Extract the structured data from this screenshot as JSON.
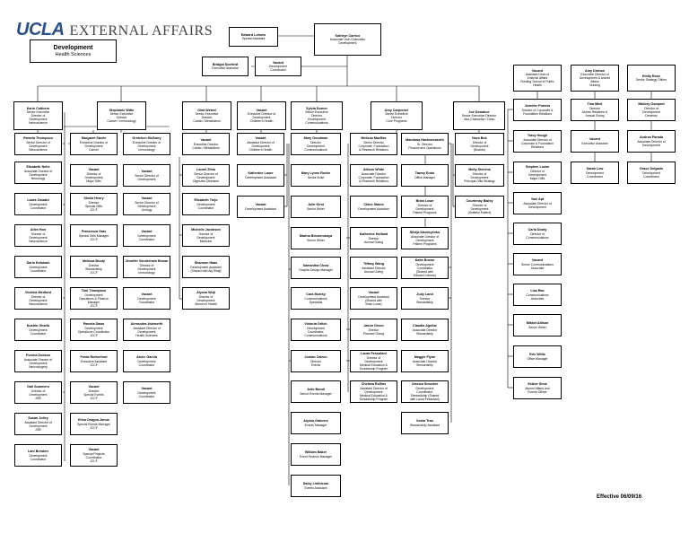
{
  "header": {
    "logo_ucla": "UCLA",
    "logo_rest": "EXTERNAL AFFAIRS",
    "dept_title": "Development",
    "dept_subtitle": "Health Sciences"
  },
  "footer": {
    "effective": "Effective 06/09/16"
  },
  "colors": {
    "logo_blue": "#2d4f8a"
  },
  "nodes": {
    "top_kc": [
      "Kathryn Carrico",
      "Associate Vice-Chancellor",
      "Development"
    ],
    "top_el": [
      "Edward Lohnes",
      "Special Assistant"
    ],
    "top_bs": [
      "Bridgid Scofield",
      "Executive Assistant"
    ],
    "top_vc": [
      "Vacant",
      "Development",
      "Coordinator"
    ],
    "l1_kc": [
      "Karin Cobbern",
      "Senior Executive",
      "Director of",
      "Development",
      "Neuroscience"
    ],
    "l1_sw": [
      "Stephanie Witte",
      "Senior Executive",
      "Director",
      "Cancer / Immunology"
    ],
    "l1_gw": [
      "Gina Wetzel",
      "Senior Executive",
      "Director",
      "Cardio / Metabolism"
    ],
    "l1_v1": [
      "Vacant",
      "Executive Director of",
      "Development",
      "Children's Health"
    ],
    "l1_sd": [
      "Sylvia Dorner",
      "Senior Executive",
      "Director",
      "Development",
      "Communications"
    ],
    "l1_ac": [
      "Amy Carpenter",
      "Senior Executive",
      "Director",
      "Core Programs"
    ],
    "l1_jd": [
      "Joe Donahoe",
      "Senior Executive Director",
      "Vice-Chancellor / Dean"
    ],
    "c1_1": [
      "Pamela Thompson",
      "Senior Director of",
      "Development",
      "Neuroscience"
    ],
    "c1_2": [
      "Elizabeth Nehe",
      "Associate Director of",
      "Development",
      "Neurology"
    ],
    "c1_3": [
      "Laura Oswald",
      "Development",
      "Coordinator"
    ],
    "c1_4": [
      "Allen Hon",
      "Director of",
      "Development",
      "Neuroscience"
    ],
    "c1_5": [
      "Darin Esfahani",
      "Development",
      "Coordinator"
    ],
    "c1_6": [
      "Victoria Medford",
      "Director of",
      "Development",
      "Neuroscience"
    ],
    "c1_7": [
      "Nushin Gharib",
      "Development",
      "Coordinator"
    ],
    "c1_8": [
      "Porsha Dodson",
      "Associate Director of",
      "Development",
      "Neurosurgery"
    ],
    "c1_9": [
      "Gail Summers",
      "Director of",
      "Development",
      "JSEI"
    ],
    "c1_10": [
      "Susan Jolley",
      "Assistant Director of",
      "Development",
      "JSEI"
    ],
    "c1_11": [
      "Lani Breidert",
      "Development",
      "Coordinator"
    ],
    "c2_1": [
      "Margaret Steele",
      "Executive Director of",
      "Development",
      "Cancer"
    ],
    "c2_2": [
      "Vacant",
      "Director of",
      "Development",
      "Major Gifts"
    ],
    "c2_3": [
      "Sheila Henry",
      "Director",
      "Special Gifts",
      "JCCF"
    ],
    "c2_4": [
      "Francesca Gatz",
      "Special Gifts Manager",
      "JCCF"
    ],
    "c2_5": [
      "Melissa Brody",
      "Director",
      "Stewardship",
      "JCCF"
    ],
    "c2_6": [
      "Toni Thompson",
      "Development",
      "Operations & Finance",
      "Manager",
      "JCCF"
    ],
    "c2_7": [
      "Pamela Daws",
      "Development",
      "Operations Coordinator",
      "JCCF"
    ],
    "c2_8": [
      "Freda Rutherford",
      "Executive Assistant",
      "JCCF"
    ],
    "c2_9": [
      "Vacant",
      "Director",
      "Special Events",
      "JCCF"
    ],
    "c2_10": [
      "Erica Dragon-Janus",
      "Special Events Manager",
      "JCCF"
    ],
    "c2_11": [
      "Vacant",
      "Special Projects",
      "Coordinator",
      "JCCF"
    ],
    "c3_1": [
      "Gretchen McGarry",
      "Executive Director of",
      "Development",
      "Immunology"
    ],
    "c3_2": [
      "Vacant",
      "Senior Director of",
      "Development"
    ],
    "c3_3": [
      "Vacant",
      "Senior Director of",
      "Development",
      "Urology"
    ],
    "c3_4": [
      "Vacant",
      "Development",
      "Coordinator"
    ],
    "c3_5": [
      "Jennifer Vonderhain Brown",
      "Director of",
      "Development",
      "Immunology"
    ],
    "c3_6": [
      "Vacant",
      "Development",
      "Coordinator"
    ],
    "c3_7": [
      "Alexandra Ashworth",
      "Assistant Director of",
      "Development",
      "Health Sciences"
    ],
    "c3_8": [
      "Annie Garcia",
      "Development",
      "Coordinator"
    ],
    "c3_9": [
      "Vacant",
      "Development",
      "Coordinator"
    ],
    "c4_1": [
      "Vacant",
      "Executive Director",
      "Cardio / Metabolism"
    ],
    "c4_2": [
      "Laurel Zima",
      "Senior Director of",
      "Development",
      "Digestive Diseases"
    ],
    "c4_3": [
      "Elizabeth Trejo",
      "Development",
      "Coordinator"
    ],
    "c4_4": [
      "Michelle Jacobson",
      "Director of",
      "Development",
      "Medicine"
    ],
    "c4_5": [
      "Shannon Haas",
      "Development Assistant",
      "(Shared with Aly Shaji)"
    ],
    "c4_6": [
      "Alyssa Wuji",
      "Director of",
      "Development",
      "Women's Health"
    ],
    "c5_1": [
      "Vacant",
      "Assistant Director of",
      "Development",
      "Children's Health"
    ],
    "c5_2": [
      "Katherine Lauer",
      "Development Assistant"
    ],
    "c5_3": [
      "Vacant",
      "Development Assistant"
    ],
    "c6_1": [
      "Mary Goodman",
      "Director",
      "Development",
      "Communications"
    ],
    "c6_2": [
      "Mary Lynne Rocke",
      "Senior Artist"
    ],
    "c6_3": [
      "Julie Kirst",
      "Senior Writer"
    ],
    "c6_4": [
      "Marina Belozerskaya",
      "Senior Writer"
    ],
    "c6_5": [
      "Samantha Chow",
      "Graphic Design Manager"
    ],
    "c6_6": [
      "Cara Murray",
      "Communications",
      "Specialist"
    ],
    "c6_7": [
      "Victoria Orlich",
      "Development",
      "Coordinator,",
      "Communications"
    ],
    "c6_8": [
      "Jordan Catron",
      "Director",
      "Events"
    ],
    "c6_9": [
      "Julie Bondi",
      "Senior Events Manager"
    ],
    "c6_10": [
      "Alyssa Gaborro",
      "Events Manager"
    ],
    "c6_11": [
      "William Baker",
      "Event Finance Manager"
    ],
    "c6_12": [
      "Daisy Linthicum",
      "Events Assistant"
    ],
    "c7_1": [
      "Melissa MacRae",
      "Senior Director",
      "Corporate, Foundation",
      "& Research Relations"
    ],
    "c7_2": [
      "Allison White",
      "Associate Director",
      "Corporate, Foundation",
      "& Research Relations"
    ],
    "c7_3": [
      "Chloe Stains",
      "Development Assistant"
    ],
    "c7_4": [
      "Katherine Holland",
      "Director",
      "Annual Giving"
    ],
    "c7_5": [
      "Tiffany Wang",
      "Assistant Director",
      "Annual Giving"
    ],
    "c7_6": [
      "Vacant",
      "Development Assistant",
      "(Shared with",
      "Brian Lowe)"
    ],
    "c7_7": [
      "Jason Greco",
      "Director",
      "Planned Giving"
    ],
    "c7_8": [
      "Laura Pessutani",
      "Director of",
      "Development",
      "Medical Education &",
      "Scholarship Program"
    ],
    "c7_9": [
      "Chelsea Rollins",
      "Assistant Director of",
      "Development",
      "Medical Education &",
      "Scholarship Program"
    ],
    "c8_1": [
      "Mandana Hashemizadeh",
      "Sr. Director",
      "Finance and Operations"
    ],
    "c8_2": [
      "Tawny Endo",
      "Office Manager"
    ],
    "c8_3": [
      "Brian Lowe",
      "Director of",
      "Development",
      "Patient Programs"
    ],
    "c8_4": [
      "Silvija Abolisyenko",
      "Associate Director of",
      "Development",
      "Patient Programs"
    ],
    "c8_5": [
      "Katie Brown",
      "Development",
      "Coordinator",
      "(Shared with",
      "Edward Lohnes)"
    ],
    "c8_6": [
      "Judy Land",
      "Director",
      "Stewardship"
    ],
    "c8_7": [
      "Claudia Aguilar",
      "Associate Director",
      "Stewardship"
    ],
    "c8_8": [
      "Maggie Flynn",
      "Associate Director",
      "Stewardship"
    ],
    "c8_9": [
      "Jessica Smocker",
      "Development",
      "Coordinator,",
      "Stewardship (Shared",
      "with Laura Pessutani)"
    ],
    "c8_10": [
      "Sonia Tran",
      "Stewardship Assistant"
    ],
    "c9_1": [
      "Nora Bok",
      "Director of",
      "Development",
      "(Boards)"
    ],
    "c9_2": [
      "Molly Stevens",
      "Director of",
      "Development",
      "Principal Gifts Strategy"
    ],
    "c9_3": [
      "Courtenay Bailey",
      "Director of",
      "Development",
      "(Grateful Patient)"
    ],
    "r_1": [
      "Vacant",
      "Assistant Dean of",
      "External Affairs",
      "Fielding School of Public",
      "Health"
    ],
    "r_2": [
      "Amy Drohan",
      "Executive Director of",
      "Development & Alumni",
      "Affairs",
      "Nursing"
    ],
    "r_3": [
      "Emily Rose",
      "Senior Strategy Officer"
    ],
    "r_4": [
      "Jennifer Powers",
      "Director of Corporate &",
      "Foundation Relations"
    ],
    "r_5": [
      "Tina Mink",
      "Director",
      "Alumni Relations &",
      "Annual Giving"
    ],
    "r_6": [
      "Mallory Gompert",
      "Director of",
      "Development",
      "Dentistry"
    ],
    "r_7": [
      "Tracy Hough",
      "Associate Director of",
      "Corporate & Foundation",
      "Relations"
    ],
    "r_8": [
      "Vacant",
      "Executive Assistant"
    ],
    "r_9": [
      "Andrea Parada",
      "Associate Director of",
      "Development"
    ],
    "r_10": [
      "Stephen Luzan",
      "Director of",
      "Development",
      "Major Gifts"
    ],
    "r_11": [
      "Sarah Low",
      "Development",
      "Coordinator"
    ],
    "r_12": [
      "Grace Delgado",
      "Development",
      "Coordinator"
    ],
    "r_13": [
      "Yael Apt",
      "Associate Director of",
      "Development"
    ],
    "r_14": [
      "Carla Dooty",
      "Director of",
      "Communications"
    ],
    "r_15": [
      "Vacant",
      "Senior Communications",
      "Associate"
    ],
    "r_16": [
      "Lisa Rao",
      "Communications",
      "Associate"
    ],
    "r_17": [
      "Mikkel Allison",
      "Senior Writer"
    ],
    "r_18": [
      "Eric Willis",
      "Office Manager"
    ],
    "r_19": [
      "Esther Seok",
      "Alumni Affairs and",
      "Events Officer"
    ]
  }
}
